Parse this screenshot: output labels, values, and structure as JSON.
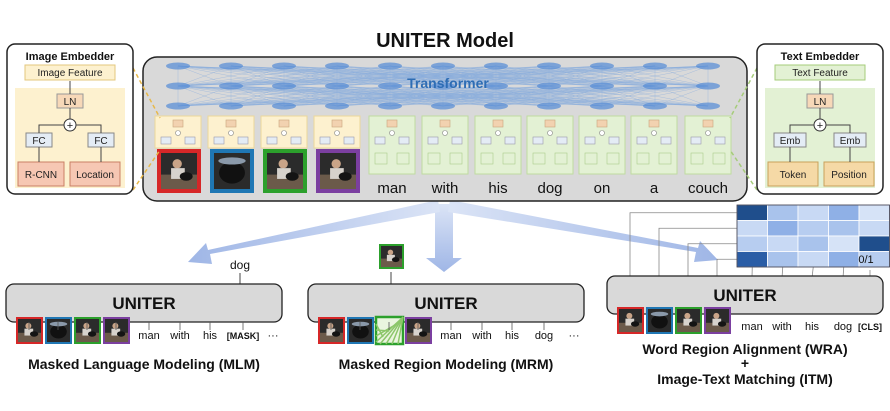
{
  "title": "UNITER Model",
  "transformer_label": "Transformer",
  "image_embedder": {
    "title": "Image Embedder",
    "feature": "Image Feature",
    "ln": "LN",
    "plus": "+",
    "fc_left": "FC",
    "fc_right": "FC",
    "rcnn": "R-CNN",
    "location": "Location"
  },
  "text_embedder": {
    "title": "Text Embedder",
    "feature": "Text Feature",
    "ln": "LN",
    "plus": "+",
    "emb_left": "Emb",
    "emb_right": "Emb",
    "token": "Token",
    "position": "Position"
  },
  "words": [
    "man",
    "with",
    "his",
    "dog",
    "on",
    "a",
    "couch"
  ],
  "region_colors": [
    "#d62728",
    "#1f77b4",
    "#2ca02c",
    "#7b3fa0"
  ],
  "tasks": {
    "mlm": {
      "box_label": "UNITER",
      "output": "dog",
      "tokens": [
        "man",
        "with",
        "his",
        "[MASK]",
        "···"
      ],
      "caption": "Masked Language Modeling (MLM)"
    },
    "mrm": {
      "box_label": "UNITER",
      "tokens": [
        "man",
        "with",
        "his",
        "dog",
        "···"
      ],
      "caption": "Masked Region Modeling (MRM)"
    },
    "wra": {
      "box_label": "UNITER",
      "tokens": [
        "man",
        "with",
        "his",
        "dog",
        "[CLS]"
      ],
      "output": "0/1",
      "caption_line1": "Word Region Alignment (WRA)",
      "caption_plus": "+",
      "caption_line2": "Image-Text Matching (ITM)"
    }
  }
}
